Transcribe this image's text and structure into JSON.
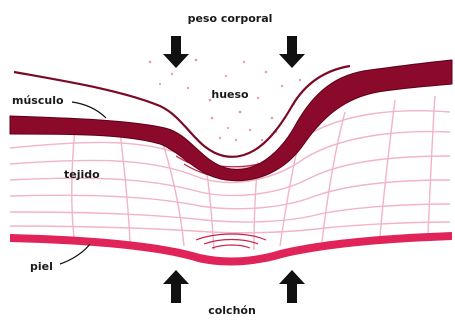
{
  "labels": {
    "top_force": "peso corporal",
    "bone": "hueso",
    "muscle": "músculo",
    "tissue": "tejido",
    "skin": "piel",
    "bottom_support": "colchón"
  },
  "colors": {
    "muscle": "#8b0a2c",
    "muscle_edge": "#5e0018",
    "skin": "#e0245a",
    "tissue_grid": "#f2b4c6",
    "bone_dots": "#e99aae",
    "compression_lines": "#c6234e",
    "arrow": "#111111",
    "text": "#1a1a1a"
  }
}
